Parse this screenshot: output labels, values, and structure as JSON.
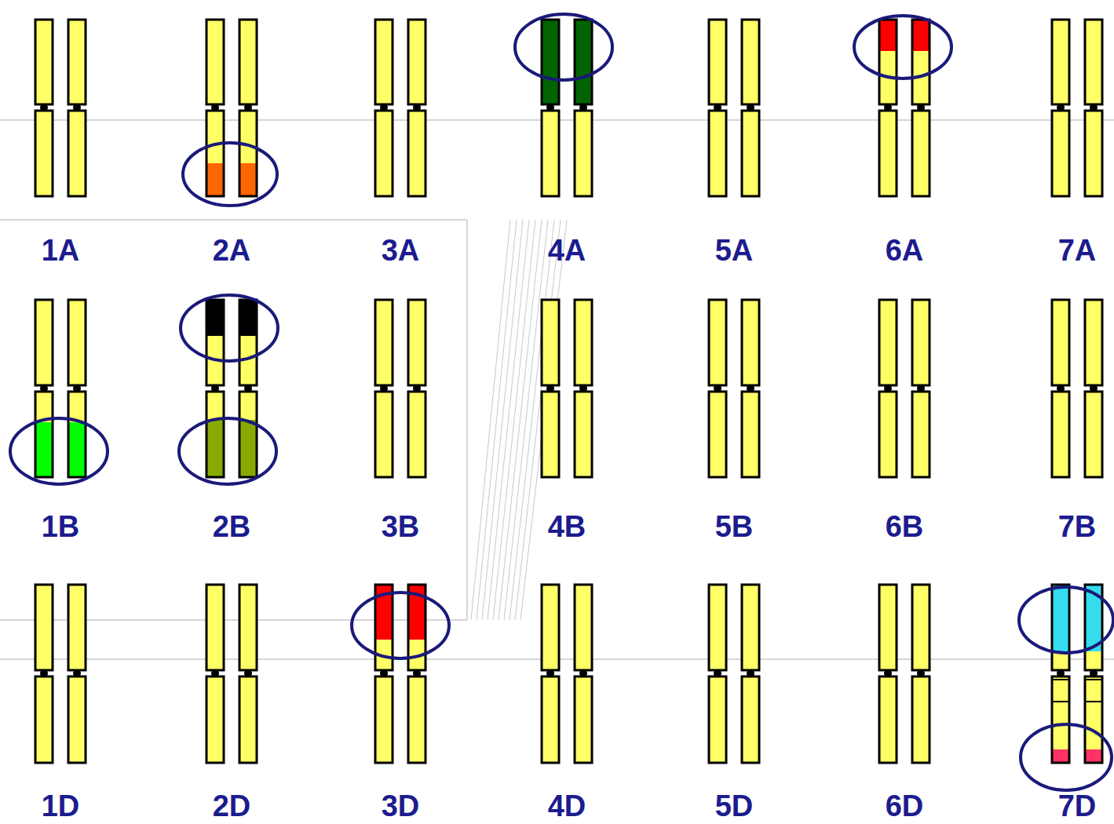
{
  "diagram": {
    "labels": [
      "1A",
      "2A",
      "3A",
      "4A",
      "5A",
      "6A",
      "7A",
      "1B",
      "2B",
      "3B",
      "4B",
      "5B",
      "6B",
      "7B",
      "1D",
      "2D",
      "3D",
      "4D",
      "5D",
      "6D",
      "7D"
    ]
  }
}
